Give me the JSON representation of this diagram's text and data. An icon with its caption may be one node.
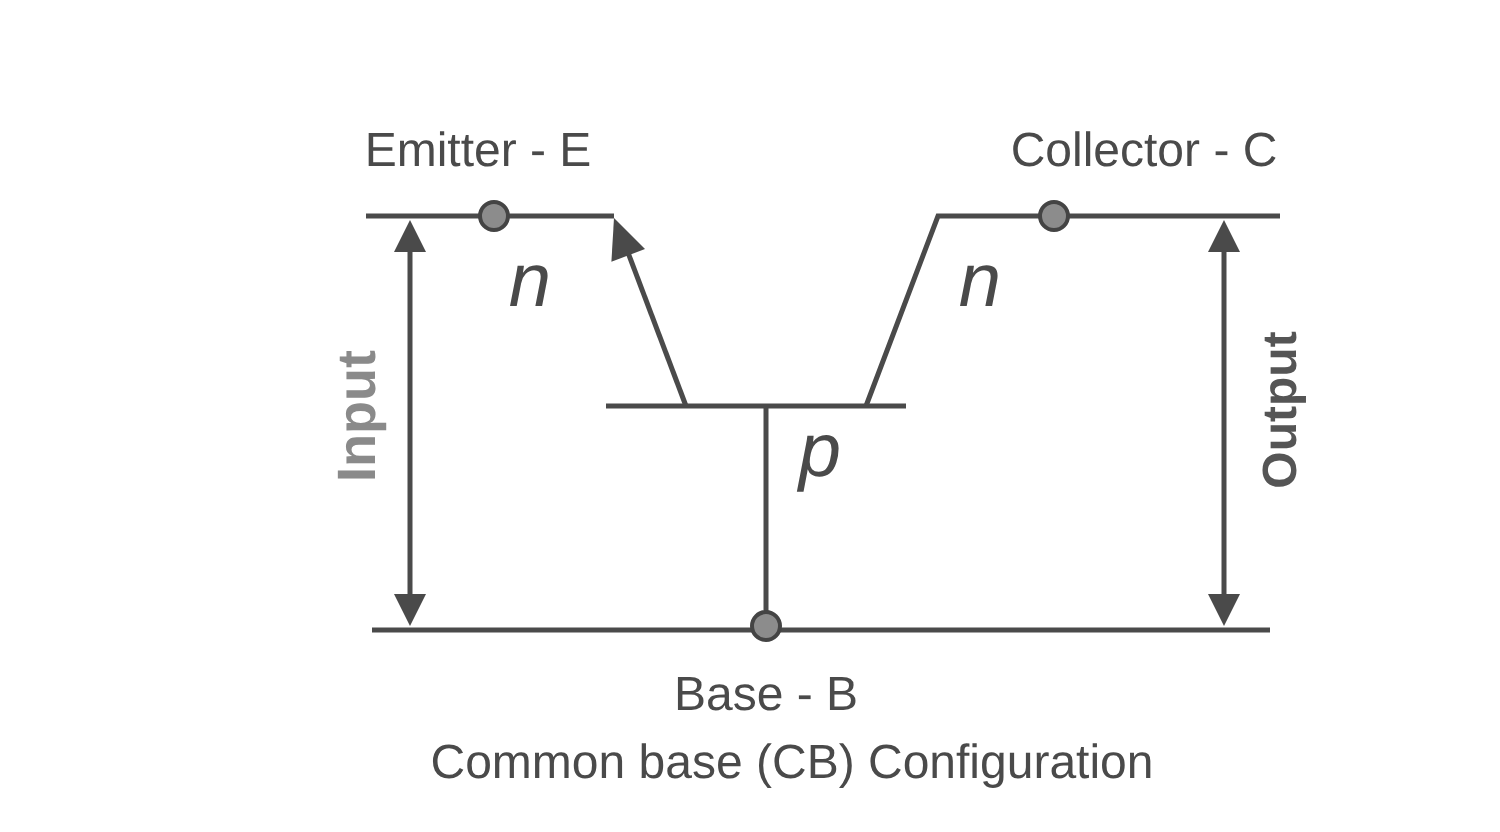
{
  "diagram": {
    "caption": "Common base (CB) Configuration",
    "labels": [
      "Emitter - E",
      "Collector - C",
      "n",
      "n",
      "Input",
      "p",
      "Output",
      "Base - B"
    ]
  }
}
